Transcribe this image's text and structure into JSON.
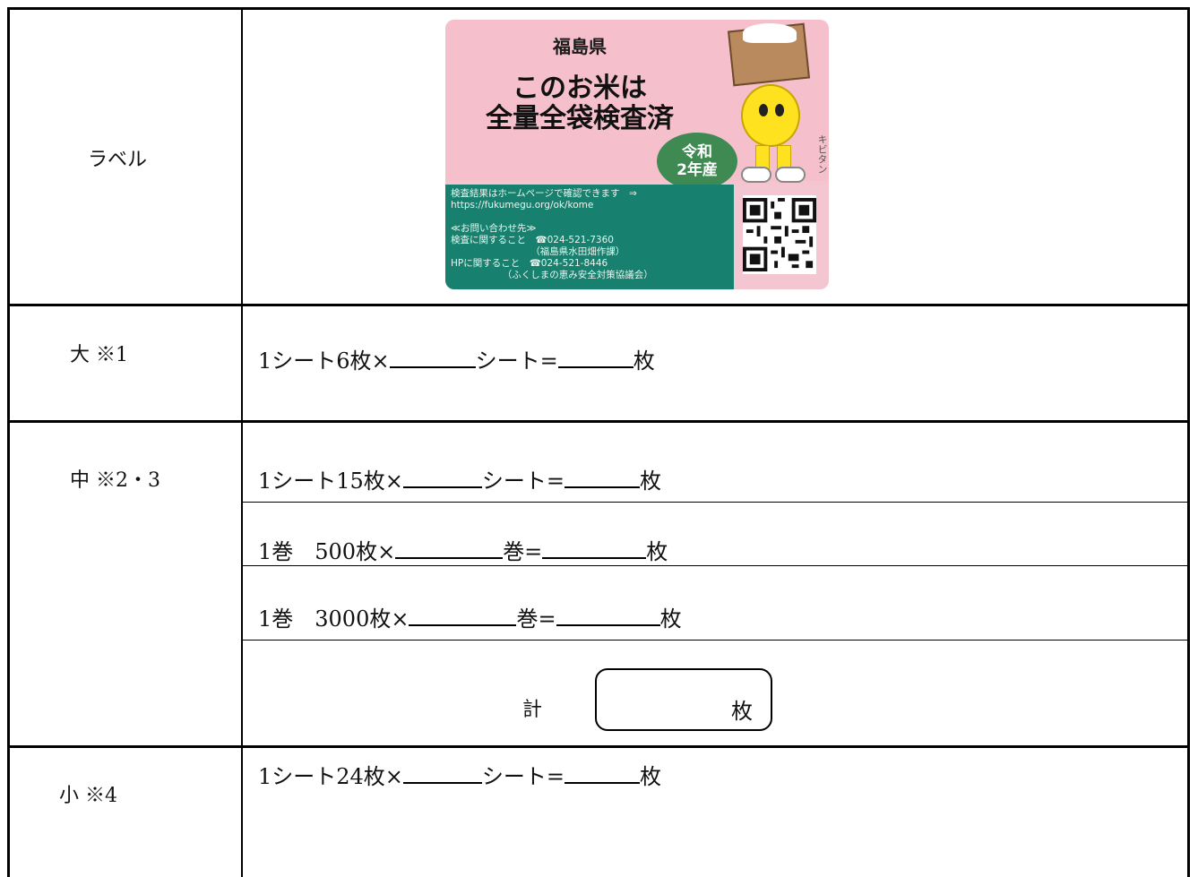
{
  "rows": {
    "label": {
      "title": "ラベル"
    },
    "large": {
      "title": "大 ※1",
      "line1": {
        "prefix": "1シート6枚×",
        "mid": "シート=",
        "unit": "枚"
      }
    },
    "medium": {
      "title": "中 ※2・3",
      "line1": {
        "prefix": "1シート15枚×",
        "mid": "シート=",
        "unit": "枚"
      },
      "line2": {
        "prefix": "1巻　500枚×",
        "mid": "巻=",
        "unit": "枚"
      },
      "line3": {
        "prefix": "1巻　3000枚×",
        "mid": "巻=",
        "unit": "枚"
      },
      "total_label": "計",
      "total_unit": "枚"
    },
    "small": {
      "title": "小 ※4",
      "line1": {
        "prefix": "1シート24枚×",
        "mid": "シート=",
        "unit": "枚"
      }
    }
  },
  "label_image": {
    "prefecture": "福島県",
    "headline1": "このお米は",
    "headline2": "全量全袋検査済",
    "badge1": "令和",
    "badge2": "2年産",
    "mascot_name": "キビタン",
    "info": [
      "検査結果はホームページで確認できます　⇒",
      "https://fukumegu.org/ok/kome",
      "",
      "≪お問い合わせ先≫",
      "検査に関すること　☎024-521-7360",
      "　　　　　　　　　（福島県水田畑作課）",
      "HPに関すること　☎024-521-8446",
      "　　　　　　（ふくしまの恵み安全対策協議会）"
    ]
  }
}
